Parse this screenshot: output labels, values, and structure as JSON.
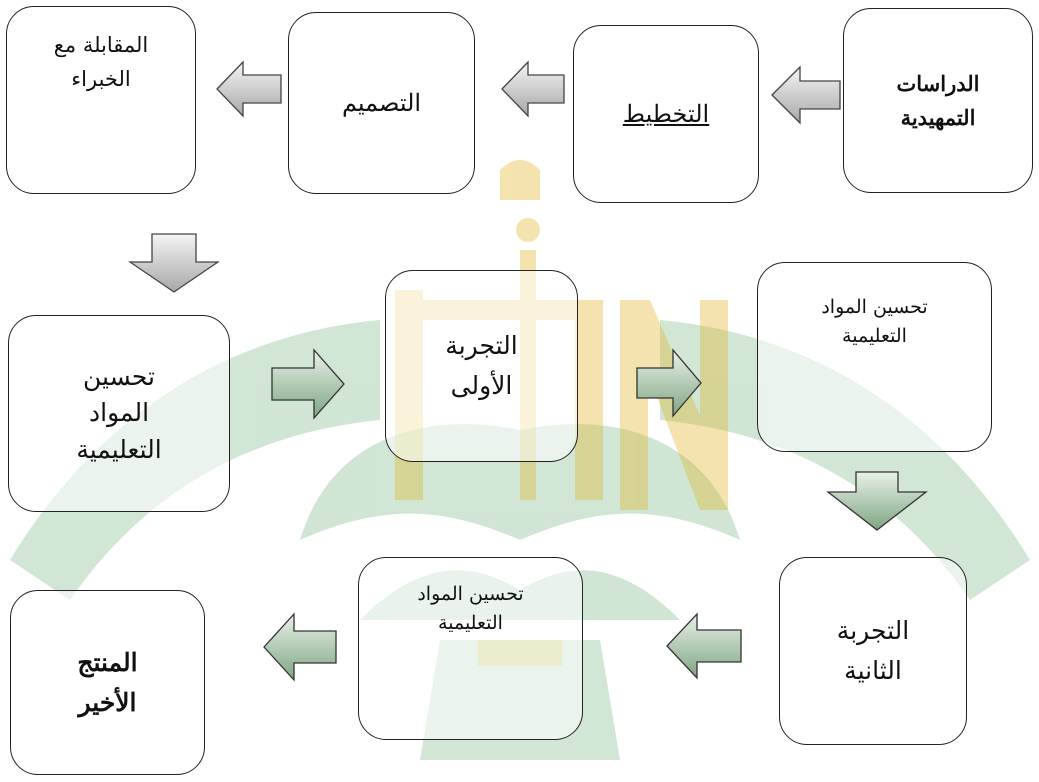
{
  "diagram": {
    "nodes": {
      "preliminary": "الدراسات\nالتمهيدية",
      "planning": "التخطيط",
      "design": "التصميم",
      "expert_interview": "المقابلة مع\nالخبراء",
      "revision_1": "تحسين\nالمواد\nالتعليمية",
      "trial_1": "التجربة\nالأولى",
      "revision_2": "تحسين المواد\nالتعليمية",
      "trial_2": "التجربة\nالثانية",
      "revision_3": "تحسين المواد\nالتعليمية",
      "final_product": "المنتج\nالأخير"
    }
  },
  "colors": {
    "watermark_green": "#2e8b3a",
    "watermark_gold": "#e0b21e",
    "arrow_gray": "#c8c8c8",
    "arrow_green": "#7fa582"
  }
}
